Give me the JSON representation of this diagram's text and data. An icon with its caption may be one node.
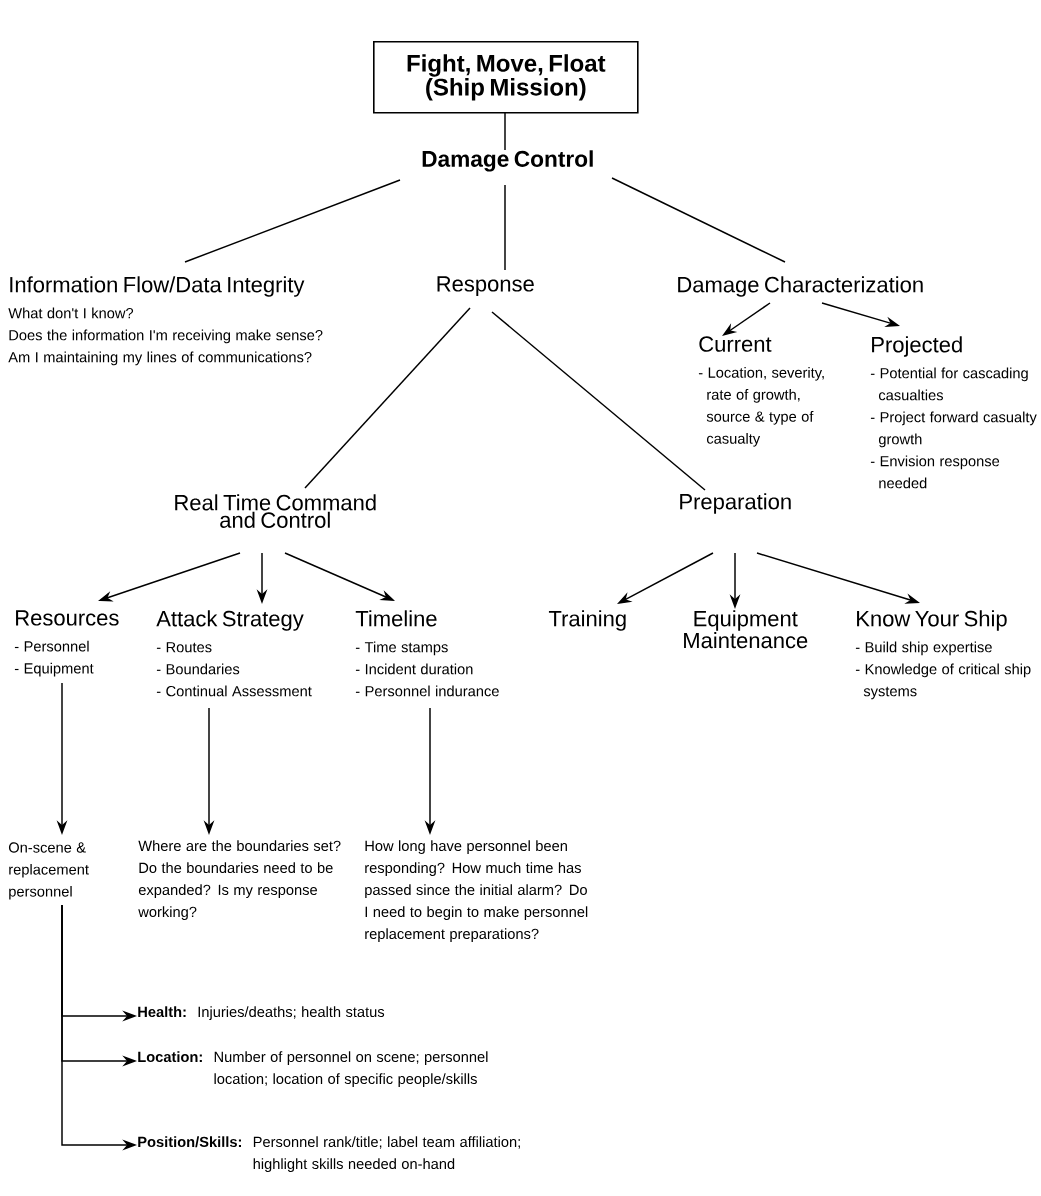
{
  "diagram": {
    "nodes": [
      {
        "text": [
          "Fight, Move, Float (Ship Mission)"
        ]
      },
      {
        "text": [
          "Damage Control"
        ]
      },
      {
        "text": [
          "Information Flow/Data Integrity",
          "What don't I know?",
          "Does the information I'm receiving make sense?",
          "Am I maintaining my lines of communications?"
        ]
      },
      {
        "text": [
          "Response"
        ]
      },
      {
        "text": [
          "Damage Characterization"
        ]
      },
      {
        "text": [
          "Current",
          "- Location, severity, rate of growth, source & type of casualty"
        ]
      },
      {
        "text": [
          "Projected",
          "- Potential for cascading casualties",
          "- Project forward casualty growth",
          "- Envision response needed"
        ]
      },
      {
        "text": [
          "Real Time Command and Control"
        ]
      },
      {
        "text": [
          "Preparation"
        ]
      },
      {
        "text": [
          "Resources",
          "- Personnel",
          "- Equipment"
        ]
      },
      {
        "text": [
          "Attack Strategy",
          "- Routes",
          "- Boundaries",
          "- Continual Assessment"
        ]
      },
      {
        "text": [
          "Timeline",
          "- Time stamps",
          "- Incident duration",
          "- Personnel indurance"
        ]
      },
      {
        "text": [
          "Training"
        ]
      },
      {
        "text": [
          "Equipment Maintenance"
        ]
      },
      {
        "text": [
          "Know Your Ship",
          "- Build ship expertise",
          "- Knowledge of critical ship systems"
        ]
      },
      {
        "text": [
          "On-scene & replacement personnel"
        ]
      },
      {
        "text": [
          "Where are the boundaries set? Do the boundaries need to be expanded? Is my response working?"
        ]
      },
      {
        "text": [
          "How long have personnel been responding? How much time has passed since the initial alarm? Do I need to begin to make personnel replacement preparations?"
        ]
      },
      {
        "text": [
          "Health:",
          "Injuries/deaths; health status"
        ]
      },
      {
        "text": [
          "Location:",
          "Number of personnel on scene; personnel location; location of specific people/skills"
        ]
      },
      {
        "text": [
          "Position/Skills:",
          "Personnel rank/title; label team affiliation; highlight skills needed on-hand"
        ]
      }
    ],
    "edges": [
      {
        "from": 0,
        "to": 1,
        "arrow": "none"
      },
      {
        "from": 1,
        "to": 2,
        "arrow": "none"
      },
      {
        "from": 1,
        "to": 3,
        "arrow": "none"
      },
      {
        "from": 1,
        "to": 4,
        "arrow": "none"
      },
      {
        "from": 4,
        "to": 5,
        "arrow": "to"
      },
      {
        "from": 4,
        "to": 6,
        "arrow": "to"
      },
      {
        "from": 3,
        "to": 7,
        "arrow": "none"
      },
      {
        "from": 3,
        "to": 8,
        "arrow": "none"
      },
      {
        "from": 7,
        "to": 9,
        "arrow": "to"
      },
      {
        "from": 7,
        "to": 10,
        "arrow": "to"
      },
      {
        "from": 7,
        "to": 11,
        "arrow": "to"
      },
      {
        "from": 8,
        "to": 12,
        "arrow": "to"
      },
      {
        "from": 8,
        "to": 13,
        "arrow": "to"
      },
      {
        "from": 8,
        "to": 14,
        "arrow": "to"
      },
      {
        "from": 9,
        "to": 15,
        "arrow": "to"
      },
      {
        "from": 10,
        "to": 16,
        "arrow": "to"
      },
      {
        "from": 11,
        "to": 17,
        "arrow": "to"
      },
      {
        "from": 15,
        "to": 18,
        "arrow": "to"
      },
      {
        "from": 15,
        "to": 19,
        "arrow": "to"
      },
      {
        "from": 15,
        "to": 20,
        "arrow": "to"
      }
    ]
  }
}
